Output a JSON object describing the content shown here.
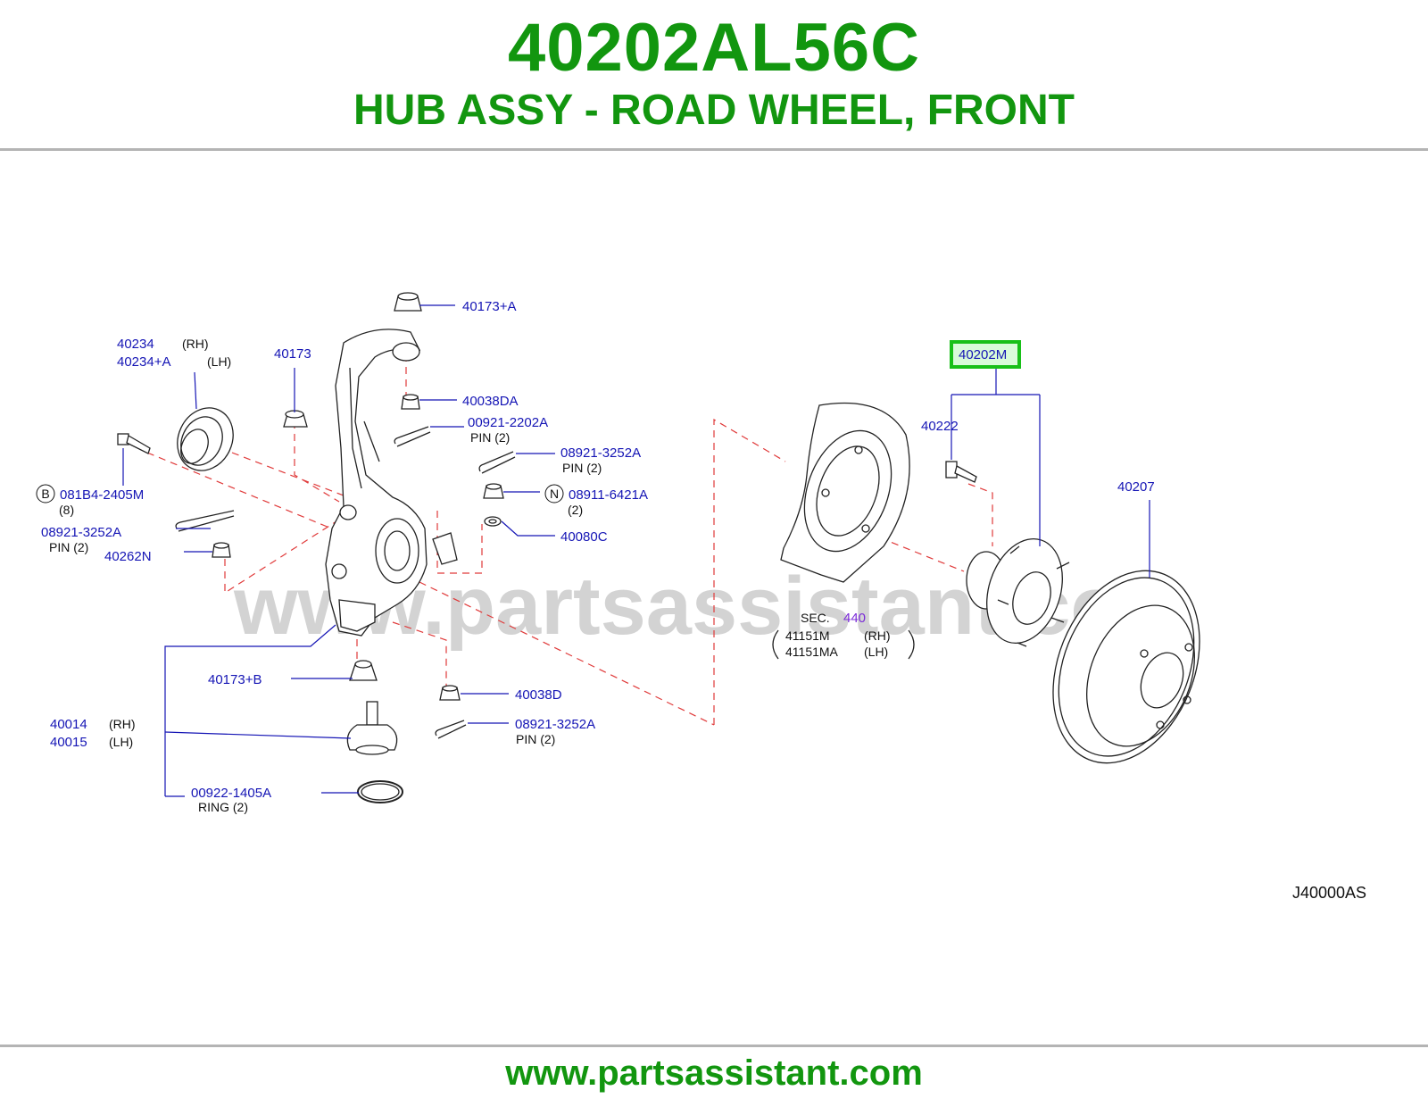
{
  "header": {
    "part_number": "40202AL56C",
    "part_name": "HUB ASSY - ROAD WHEEL, FRONT"
  },
  "diagram": {
    "watermark": "www.partsassistant.com",
    "diagram_code": "J40000AS",
    "highlight_color": "#18c018",
    "label_color": "#1515b5",
    "labels": {
      "l_40173_a": "40173+A",
      "l_40234": "40234",
      "l_40234_rh": "(RH)",
      "l_40234_a": "40234+A",
      "l_40234_lh": "(LH)",
      "l_40173": "40173",
      "l_40038da": "40038DA",
      "l_00921": "00921-2202A",
      "l_00921_pin": "PIN   (2)",
      "l_08921_top": "08921-3252A",
      "l_08921_top_pin": "PIN   (2)",
      "l_b_badge": "B",
      "l_081b4": "081B4-2405M",
      "l_081b4_qty": "(8)",
      "l_n_badge": "N",
      "l_08911": "08911-6421A",
      "l_08911_qty": "(2)",
      "l_08921_left": "08921-3252A",
      "l_08921_left_pin": "PIN  (2)",
      "l_40080c": "40080C",
      "l_40262n": "40262N",
      "l_40173_b": "40173+B",
      "l_40014": "40014",
      "l_40014_rh": "(RH)",
      "l_40015": "40015",
      "l_40015_lh": "(LH)",
      "l_40038d": "40038D",
      "l_08921_bot": "08921-3252A",
      "l_08921_bot_pin": "PIN   (2)",
      "l_00922": "00922-1405A",
      "l_00922_ring": "RING  (2)",
      "l_40202m": "40202M",
      "l_40222": "40222",
      "l_40207": "40207",
      "l_sec": "SEC.",
      "l_sec_num": "440",
      "l_41151m": "41151M",
      "l_41151m_rh": "(RH)",
      "l_41151ma": "41151MA",
      "l_41151ma_lh": "(LH)"
    }
  },
  "footer": {
    "url": "www.partsassistant.com"
  }
}
